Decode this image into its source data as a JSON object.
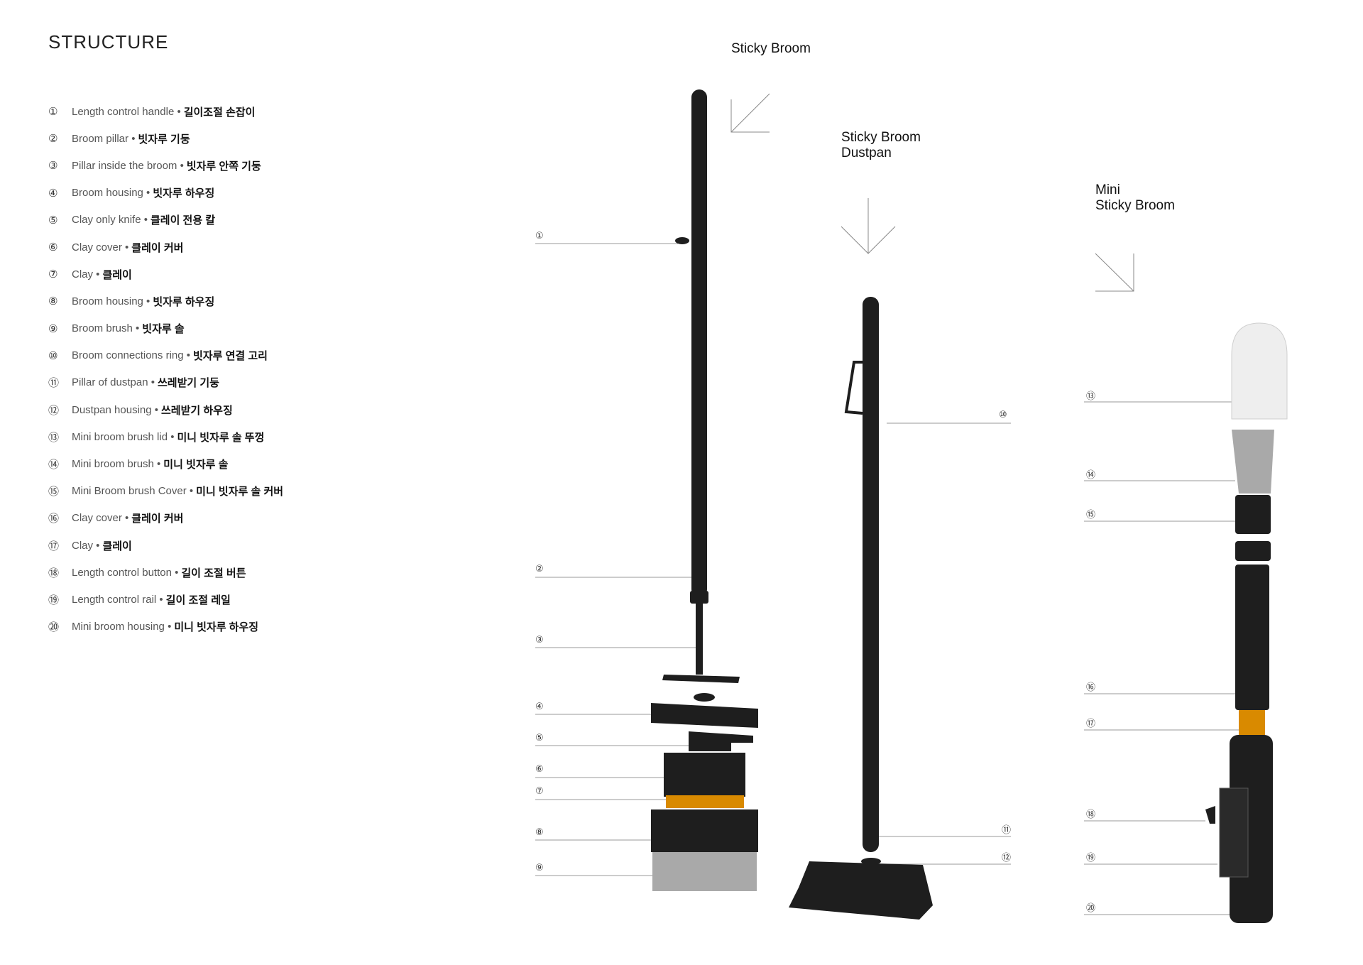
{
  "title": "STRUCTURE",
  "parts": [
    {
      "num": "①",
      "en": "Length control handle •",
      "ko": "길이조절 손잡이"
    },
    {
      "num": "②",
      "en": "Broom pillar •",
      "ko": "빗자루 기둥"
    },
    {
      "num": "③",
      "en": "Pillar inside the broom •",
      "ko": "빗자루 안쪽 기둥"
    },
    {
      "num": "④",
      "en": "Broom housing •",
      "ko": "빗자루 하우징"
    },
    {
      "num": "⑤",
      "en": "Clay only knife •",
      "ko": "클레이 전용 칼"
    },
    {
      "num": "⑥",
      "en": "Clay cover •",
      "ko": "클레이 커버"
    },
    {
      "num": "⑦",
      "en": "Clay •",
      "ko": "클레이"
    },
    {
      "num": "⑧",
      "en": "Broom housing •",
      "ko": "빗자루 하우징"
    },
    {
      "num": "⑨",
      "en": "Broom brush •",
      "ko": "빗자루 솔"
    },
    {
      "num": "⑩",
      "en": "Broom connections ring •",
      "ko": "빗자루 연결 고리"
    },
    {
      "num": "⑪",
      "en": "Pillar of dustpan •",
      "ko": "쓰레받기 기둥"
    },
    {
      "num": "⑫",
      "en": "Dustpan housing •",
      "ko": "쓰레받기 하우징"
    },
    {
      "num": "⑬",
      "en": "Mini broom brush lid •",
      "ko": "미니 빗자루 솔 뚜껑"
    },
    {
      "num": "⑭",
      "en": "Mini broom brush •",
      "ko": "미니 빗자루 솔"
    },
    {
      "num": "⑮",
      "en": "Mini Broom brush Cover •",
      "ko": "미니 빗자루 솔 커버"
    },
    {
      "num": "⑯",
      "en": "Clay cover •",
      "ko": "클레이 커버"
    },
    {
      "num": "⑰",
      "en": "Clay •",
      "ko": "클레이"
    },
    {
      "num": "⑱",
      "en": "Length control button •",
      "ko": "길이 조절 버튼"
    },
    {
      "num": "⑲",
      "en": "Length control rail •",
      "ko": "길이 조절 레일"
    },
    {
      "num": "⑳",
      "en": "Mini broom housing •",
      "ko": "미니 빗자루 하우징"
    }
  ],
  "products": {
    "broom": "Sticky Broom",
    "dustpan_1": "Sticky Broom",
    "dustpan_2": "Dustpan",
    "mini_1": "Mini",
    "mini_2": "Sticky Broom"
  },
  "colors": {
    "body": "#1e1e1e",
    "clay": "#d98a00",
    "brush": "#a9a9a9"
  }
}
